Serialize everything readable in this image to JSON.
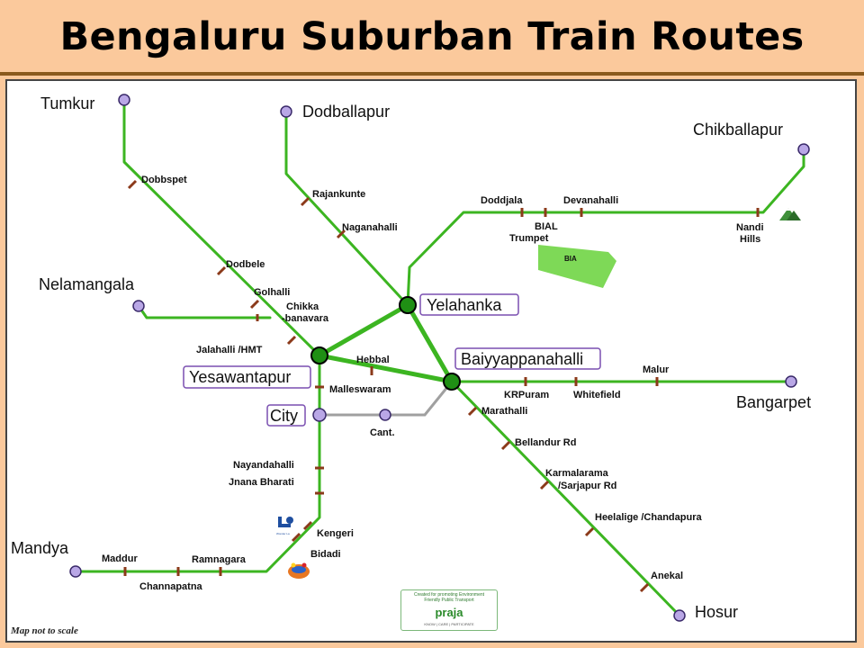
{
  "title": "Bengaluru Suburban Train Routes",
  "note": "Map not to scale",
  "colors": {
    "header_bg": "#fbc99c",
    "line_green": "#3cb521",
    "hub_green": "#1f8f14",
    "terminal_purple": "#b9a7e6",
    "city_grey": "#a0a0a0",
    "hub_border": "#7a4fb0"
  },
  "terminals": {
    "tumkur": "Tumkur",
    "dodballapur": "Dodballapur",
    "chikballapur": "Chikballapur",
    "nelamangala": "Nelamangala",
    "bangarpet": "Bangarpet",
    "mandya": "Mandya",
    "hosur": "Hosur"
  },
  "hubs": {
    "yelahanka": "Yelahanka",
    "yesawantapur": "Yesawantapur",
    "baiyyappanahalli": "Baiyyappanahalli",
    "city": "City"
  },
  "stations": {
    "dobbspet": "Dobbspet",
    "dodbele": "Dodbele",
    "golhalli": "Golhalli",
    "chikka1": "Chikka",
    "chikka2": "-banavara",
    "jalahalli": "Jalahalli /HMT",
    "rajankunte": "Rajankunte",
    "naganahalli": "Naganahalli",
    "doddjala": "Doddjala",
    "devanahalli": "Devanahalli",
    "bial1": "BIAL",
    "bial2": "Trumpet",
    "nandi1": "Nandi",
    "nandi2": "Hills",
    "bia": "BIA",
    "hebbal": "Hebbal",
    "malleswaram": "Malleswaram",
    "cant": "Cant.",
    "krpuram": "KRPuram",
    "whitefield": "Whitefield",
    "malur": "Malur",
    "marathalli": "Marathalli",
    "bellandur": "Bellandur Rd",
    "karmalarama1": "Karmalarama",
    "karmalarama2": "/Sarjapur Rd",
    "heelalige": "Heelalige /Chandapura",
    "anekal": "Anekal",
    "nayandahalli": "Nayandahalli",
    "jnana": "Jnana Bharati",
    "kengeri": "Kengeri",
    "bidadi": "Bidadi",
    "maddur": "Maddur",
    "channapatna": "Channapatna",
    "ramnagara": "Ramnagara",
    "wonderla": "Wonder La"
  },
  "praja": {
    "tagline1": "Created for promoting Environment",
    "tagline2": "Friendly Public Transport",
    "brand": "praja",
    "footer": "KNOW | CARE | PARTICIPATE"
  }
}
